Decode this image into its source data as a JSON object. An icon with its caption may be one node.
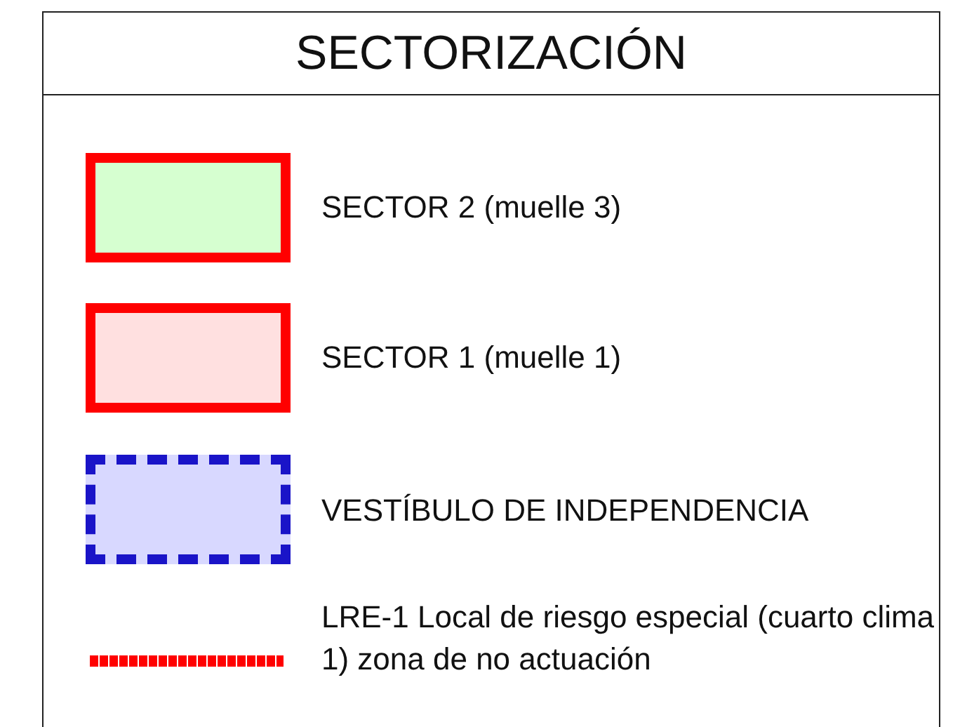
{
  "diagram": {
    "title": "SECTORIZACIÓN",
    "legend": [
      {
        "text": "SECTOR 2 (muelle 3)",
        "color": "#d6ffd0"
      },
      {
        "text": "SECTOR 1 (muelle 1)",
        "color": "#ffe0e0"
      },
      {
        "text": "VESTÍBULO DE INDEPENDENCIA",
        "color": "#d8d8ff"
      },
      {
        "text": "LRE-1 Local de riesgo especial (cuarto clima 1) zona de no actuación"
      }
    ]
  }
}
